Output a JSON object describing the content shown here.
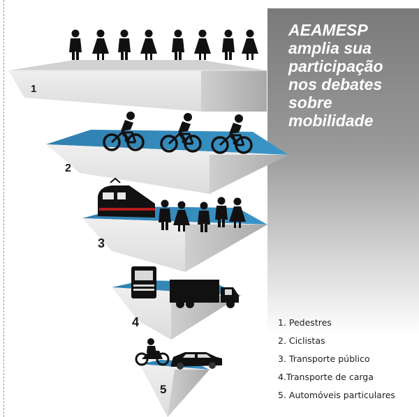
{
  "headline": "AEAMESP amplia sua participação nos debates sobre mobilidade",
  "levels": [
    {
      "number": "1"
    },
    {
      "number": "2"
    },
    {
      "number": "3"
    },
    {
      "number": "4"
    },
    {
      "number": "5"
    }
  ],
  "legend": [
    "1. Pedestres",
    "2. Ciclistas",
    "3. Transporte público",
    "4.Transporte de carga",
    "5. Automóveis particulares"
  ],
  "colors": {
    "slab_top_blue": "#2e86b8",
    "slab_top_grey": "#d6d6d6",
    "slab_front": "#e4e4e4",
    "slab_side": "#bdbdbd",
    "icons": "#111111",
    "side_panel_top": "#7a7a7a"
  },
  "icons": [
    "pedestrian-icons",
    "cyclist-icons",
    "train-icon",
    "bus-passenger-icons",
    "truck-icons",
    "motorcycle-icon",
    "car-icon"
  ]
}
